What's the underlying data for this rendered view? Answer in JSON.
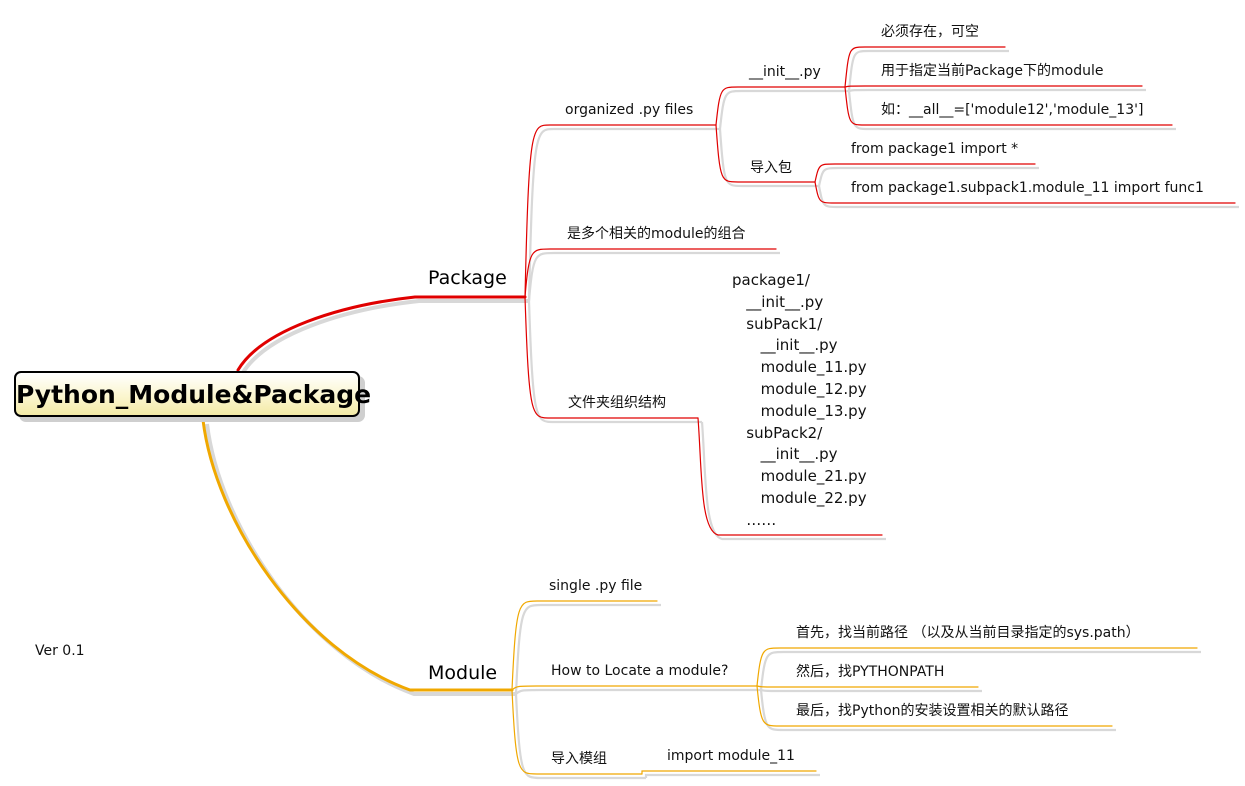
{
  "root": {
    "title": "Python_Module&Package"
  },
  "version": "Ver 0.1",
  "colors": {
    "package_branch": "#e00000",
    "module_branch": "#f0a800",
    "shadow": "#d8d8d8"
  },
  "package": {
    "label": "Package",
    "children": {
      "organized": {
        "label": "organized .py files",
        "init": {
          "label": "__init__.py",
          "items": [
            "必须存在，可空",
            "用于指定当前Package下的module",
            "如：__all__=['module12','module_13']"
          ]
        },
        "import": {
          "label": "导入包",
          "items": [
            "from package1 import *",
            "from package1.subpack1.module_11 import func1"
          ]
        }
      },
      "combination": {
        "label": "是多个相关的module的组合"
      },
      "folder": {
        "label": "文件夹组织结构",
        "tree": [
          "package1/",
          "   __init__.py",
          "   subPack1/",
          "      __init__.py",
          "      module_11.py",
          "      module_12.py",
          "      module_13.py",
          "   subPack2/",
          "      __init__.py",
          "      module_21.py",
          "      module_22.py",
          "   ……"
        ]
      }
    }
  },
  "module": {
    "label": "Module",
    "children": {
      "single": {
        "label": "single .py file"
      },
      "locate": {
        "label": "How to Locate a module?",
        "items": [
          "首先，找当前路径 （以及从当前目录指定的sys.path）",
          "然后，找PYTHONPATH",
          "最后，找Python的安装设置相关的默认路径"
        ]
      },
      "import": {
        "label": "导入模组",
        "items": [
          "import module_11"
        ]
      }
    }
  }
}
